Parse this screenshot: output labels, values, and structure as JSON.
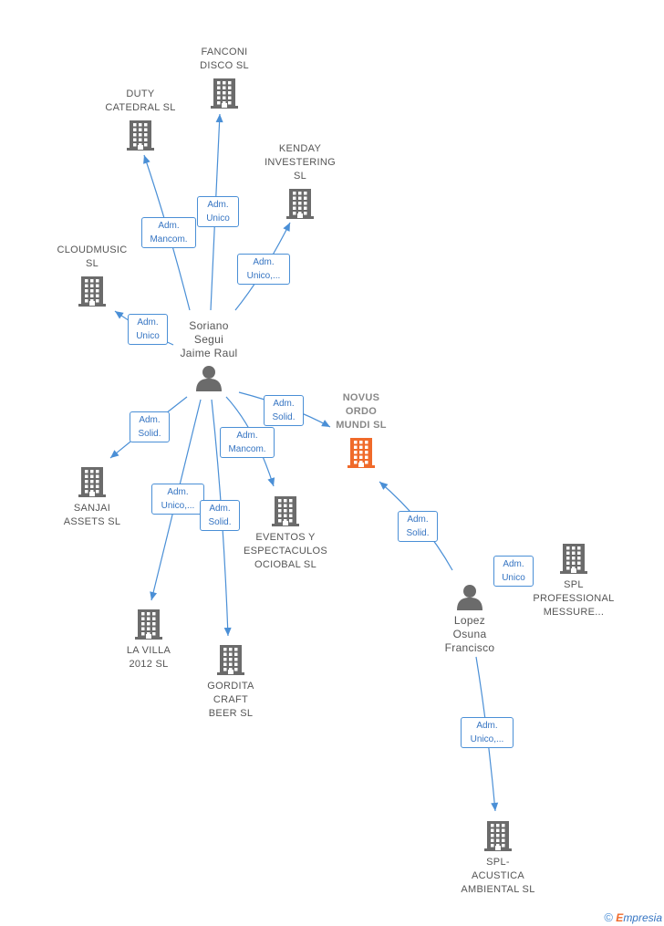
{
  "diagram": {
    "nodes": [
      {
        "id": "fanconi",
        "type": "company",
        "label": "FANCONI\nDISCO SL"
      },
      {
        "id": "duty",
        "type": "company",
        "label": "DUTY\nCATEDRAL  SL"
      },
      {
        "id": "kenday",
        "type": "company",
        "label": "KENDAY\nINVESTERING\nSL"
      },
      {
        "id": "cloudmusic",
        "type": "company",
        "label": "CLOUDMUSIC\nSL"
      },
      {
        "id": "soriano",
        "type": "person",
        "label": "Soriano\nSegui\nJaime Raul"
      },
      {
        "id": "novus",
        "type": "company",
        "label": "NOVUS\nORDO\nMUNDI  SL",
        "focus": true
      },
      {
        "id": "sanjai",
        "type": "company",
        "label": "SANJAI\nASSETS  SL"
      },
      {
        "id": "eventos",
        "type": "company",
        "label": "EVENTOS Y\nESPECTACULOS\nOCIOBAL SL"
      },
      {
        "id": "lavilla",
        "type": "company",
        "label": "LA VILLA\n2012 SL"
      },
      {
        "id": "gordita",
        "type": "company",
        "label": "GORDITA\nCRAFT\nBEER  SL"
      },
      {
        "id": "lopez",
        "type": "person",
        "label": "Lopez\nOsuna\nFrancisco"
      },
      {
        "id": "spl",
        "type": "company",
        "label": "SPL\nPROFESSIONAL\nMESSURE..."
      },
      {
        "id": "splacustica",
        "type": "company",
        "label": "SPL-\nACUSTICA\nAMBIENTAL  SL"
      }
    ],
    "edges": [
      {
        "from": "soriano",
        "to": "duty",
        "label": "Adm.\nMancom."
      },
      {
        "from": "soriano",
        "to": "fanconi",
        "label": "Adm.\nUnico"
      },
      {
        "from": "soriano",
        "to": "kenday",
        "label": "Adm.\nUnico,..."
      },
      {
        "from": "soriano",
        "to": "cloudmusic",
        "label": "Adm.\nUnico"
      },
      {
        "from": "soriano",
        "to": "novus",
        "label": "Adm.\nSolid."
      },
      {
        "from": "soriano",
        "to": "eventos",
        "label": "Adm.\nMancom."
      },
      {
        "from": "soriano",
        "to": "sanjai",
        "label": "Adm.\nSolid."
      },
      {
        "from": "soriano",
        "to": "lavilla",
        "label": "Adm.\nUnico,..."
      },
      {
        "from": "soriano",
        "to": "gordita",
        "label": "Adm.\nSolid."
      },
      {
        "from": "lopez",
        "to": "novus",
        "label": "Adm.\nSolid."
      },
      {
        "from": "lopez",
        "to": "spl",
        "label": "Adm.\nUnico"
      },
      {
        "from": "lopez",
        "to": "splacustica",
        "label": "Adm.\nUnico,..."
      }
    ],
    "colors": {
      "edge": "#4a8fd6",
      "company": "#6b6b6b",
      "focus_company": "#f06a2a",
      "person": "#6b6b6b"
    }
  },
  "footer": {
    "copyright": "©",
    "brand_initial": "E",
    "brand_rest": "mpresia"
  }
}
